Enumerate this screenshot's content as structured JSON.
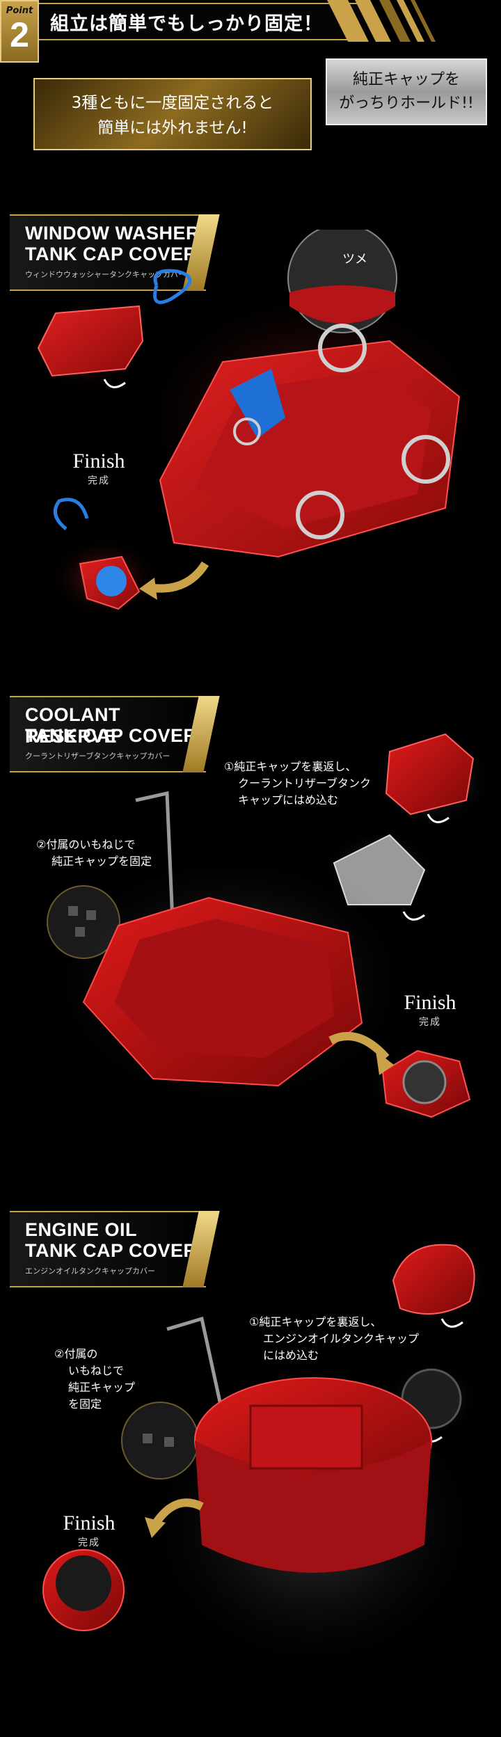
{
  "header": {
    "point_label": "Point",
    "point_number": "2",
    "title": "組立は簡単でもしっかり固定！",
    "gold_box_line1": "3種ともに一度固定されると",
    "gold_box_line2": "簡単には外れません!",
    "silver_box_line1": "純正キャップを",
    "silver_box_line2": "がっちりホールド!!"
  },
  "section1": {
    "title_line1": "WINDOW WASHER",
    "title_line2": "TANK CAP COVER",
    "subtitle": "ウィンドウウォッシャータンクキャップカバー",
    "zoom_label": "ツメ",
    "finish": "Finish",
    "finish_sub": "完成"
  },
  "section2": {
    "title_line1": "COOLANT RESERVE",
    "title_line2": "TANK CAP COVER",
    "subtitle": "クーラントリザーブタンクキャップカバー",
    "step1_line1": "①純正キャップを裏返し、",
    "step1_line2": "クーラントリザーブタンク",
    "step1_line3": "キャップにはめ込む",
    "step2_line1": "②付属のいもねじで",
    "step2_line2": "純正キャップを固定",
    "finish": "Finish",
    "finish_sub": "完成"
  },
  "section3": {
    "title_line1": "ENGINE OIL",
    "title_line2": "TANK CAP COVER",
    "subtitle": "エンジンオイルタンクキャップカバー",
    "step1_line1": "①純正キャップを裏返し、",
    "step1_line2": "エンジンオイルタンクキャップ",
    "step1_line3": "にはめ込む",
    "step2_line1": "②付属の",
    "step2_line2": "いもねじで",
    "step2_line3": "純正キャップ",
    "step2_line4": "を固定",
    "finish": "Finish",
    "finish_sub": "完成"
  },
  "colors": {
    "gold": "#c9a24a",
    "product_red": "#c8141a",
    "background": "#000000"
  }
}
